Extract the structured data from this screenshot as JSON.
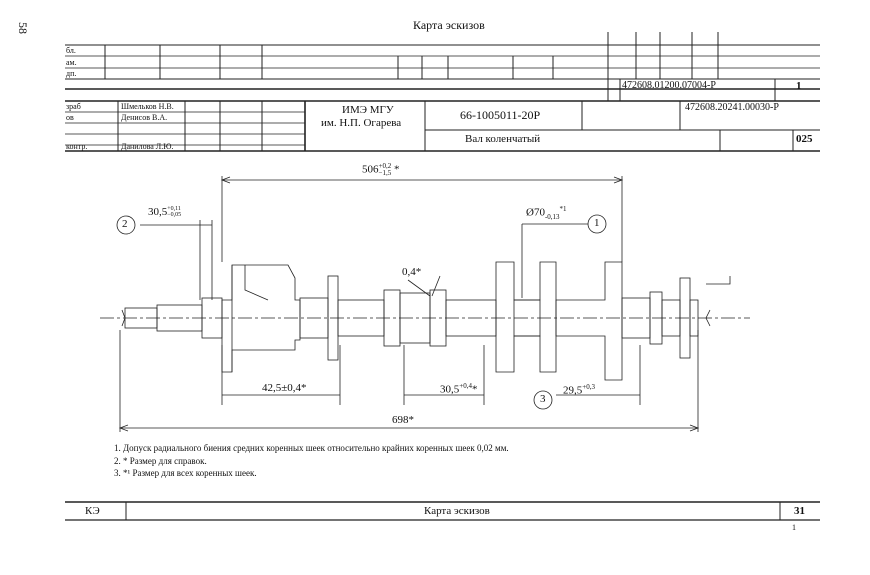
{
  "page_number": "58",
  "doc_title": "Карта эскизов",
  "header": {
    "left_labels": [
      "бл.",
      "ам.",
      "дп."
    ],
    "doc_code_top": "472608.01200.07004-Р",
    "sheet_top": "1",
    "roles": [
      {
        "role": "зраб",
        "name": "Шмельков Н.В."
      },
      {
        "role": "ов",
        "name": "Денисов В.А."
      },
      {
        "role": "контр.",
        "name": "Данилова Л.Ю."
      }
    ],
    "organization_line1": "ИМЭ МГУ",
    "organization_line2": "им. Н.П. Огарева",
    "part_number": "66-1005011-20Р",
    "doc_code_main": "472608.20241.00030-Р",
    "part_name": "Вал коленчатый",
    "code_025": "025"
  },
  "drawing": {
    "dim_506": "506",
    "dim_506_tol_upper": "+0,2",
    "dim_506_tol_lower": "−1,5",
    "dim_506_mark": "*",
    "dim_30_5": "30,5",
    "dim_30_5_tol_upper": "+0,11",
    "dim_30_5_tol_lower": "−0,05",
    "dim_d70": "Ø70",
    "dim_d70_tol": "-0,13",
    "dim_d70_mark": "*1",
    "dim_0_4": "0,4*",
    "dim_42_5": "42,5±0,4*",
    "dim_30_5b": "30,5",
    "dim_30_5b_tol": "+0,4",
    "dim_30_5b_mark": "*",
    "dim_29_5": "29,5",
    "dim_29_5_tol": "+0,3",
    "dim_698": "698*",
    "callout_1": "1",
    "callout_2": "2",
    "callout_3": "3"
  },
  "notes": [
    "1. Допуск радиального биения средних коренных шеек относительно крайних коренных шеек 0,02 мм.",
    "2. * Размер для справок.",
    "3. *¹ Размер для всех коренных шеек."
  ],
  "footer": {
    "left": "КЭ",
    "center": "Карта эскизов",
    "sheet": "31",
    "small_mark": "1"
  }
}
